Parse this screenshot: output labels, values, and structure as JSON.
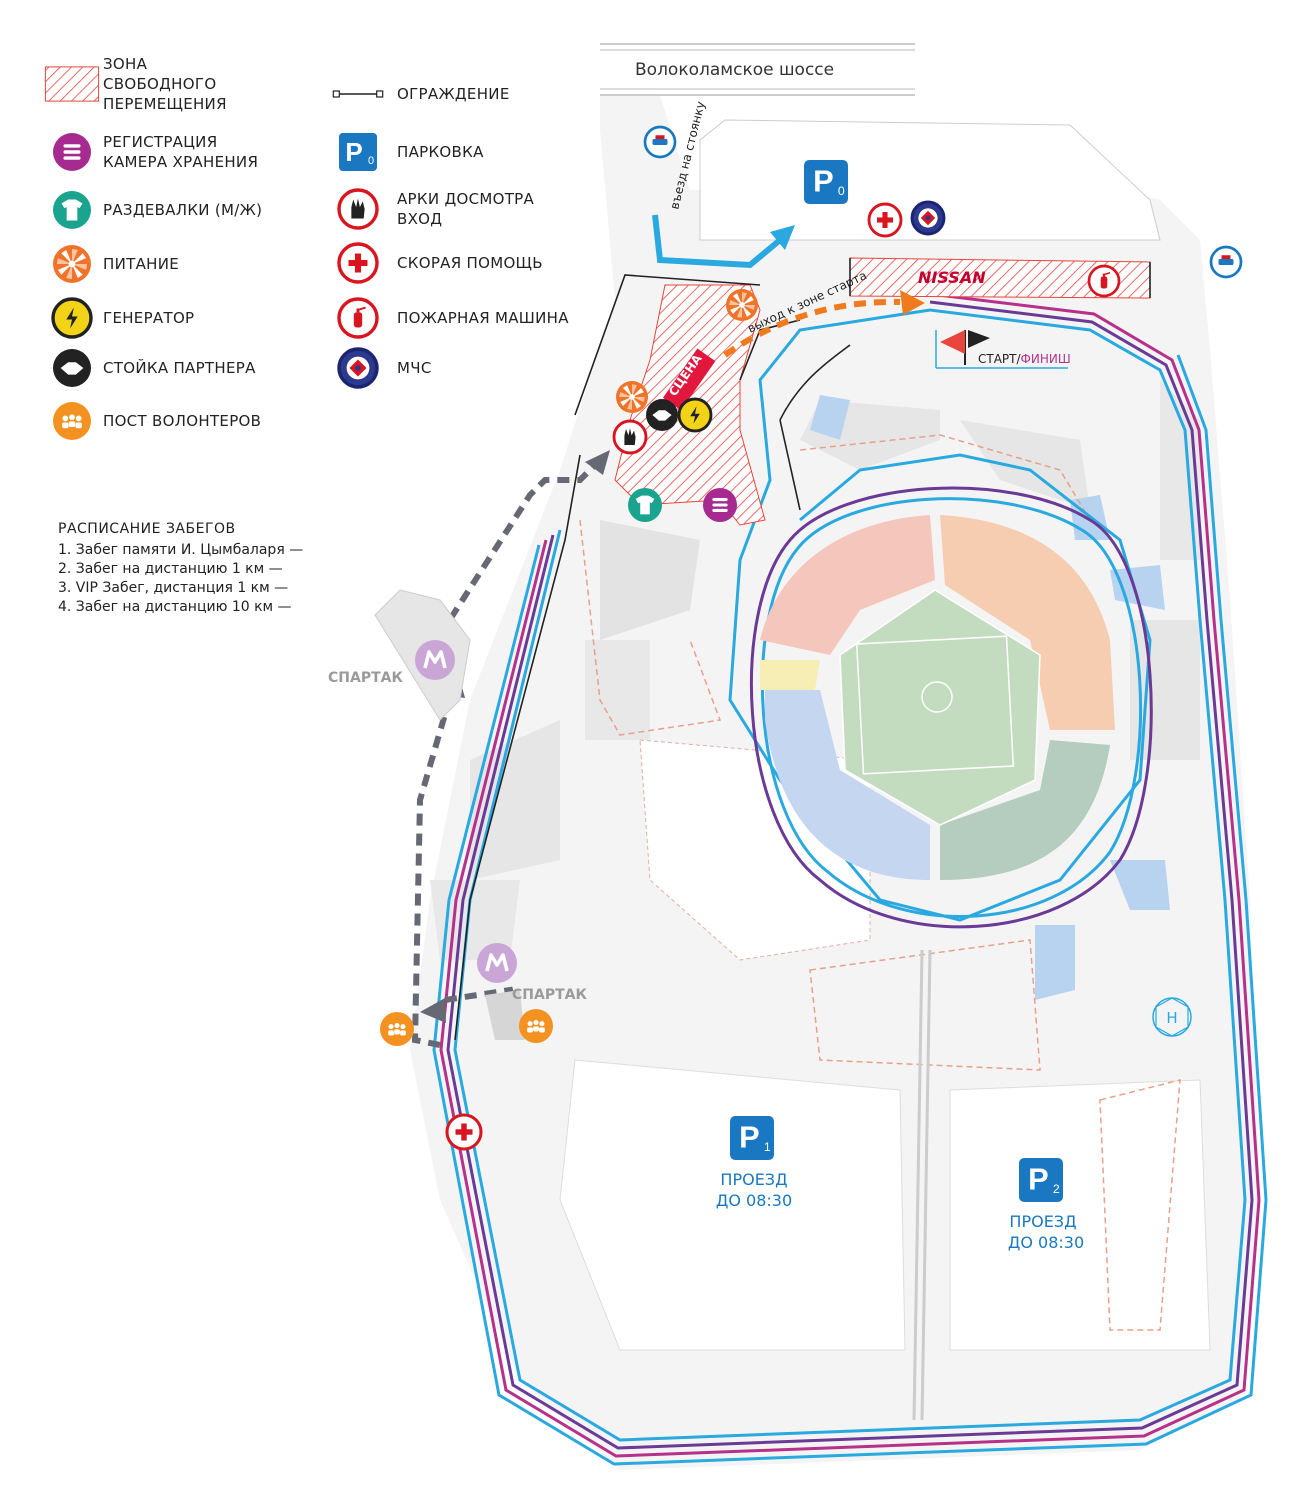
{
  "legend_left": [
    {
      "icon": "free-zone-hatch-icon",
      "label_lines": [
        "ЗОНА",
        "СВОБОДНОГО",
        "ПЕРЕМЕЩЕНИЯ"
      ]
    },
    {
      "icon": "registration-icon",
      "label_lines": [
        "РЕГИСТРАЦИЯ",
        "КАМЕРА ХРАНЕНИЯ"
      ]
    },
    {
      "icon": "changing-room-icon",
      "label_lines": [
        "РАЗДЕВАЛКИ (М/Ж)"
      ]
    },
    {
      "icon": "food-icon",
      "label_lines": [
        "ПИТАНИЕ"
      ]
    },
    {
      "icon": "generator-icon",
      "label_lines": [
        "ГЕНЕРАТОР"
      ]
    },
    {
      "icon": "partner-stand-icon",
      "label_lines": [
        "СТОЙКА ПАРТНЕРА"
      ]
    },
    {
      "icon": "volunteers-icon",
      "label_lines": [
        "ПОСТ ВОЛОНТЕРОВ"
      ]
    }
  ],
  "legend_right": [
    {
      "icon": "fence-icon",
      "label_lines": [
        "ОГРАЖДЕНИЕ"
      ]
    },
    {
      "icon": "parking-icon",
      "label_lines": [
        "ПАРКОВКА"
      ]
    },
    {
      "icon": "security-arch-icon",
      "label_lines": [
        "АРКИ ДОСМОТРА",
        "ВХОД"
      ]
    },
    {
      "icon": "ambulance-icon",
      "label_lines": [
        "СКОРАЯ ПОМОЩЬ"
      ]
    },
    {
      "icon": "fire-truck-icon",
      "label_lines": [
        "ПОЖАРНАЯ МАШИНА"
      ]
    },
    {
      "icon": "emergency-ministry-icon",
      "label_lines": [
        "МЧС"
      ]
    }
  ],
  "schedule": {
    "title": "РАСПИСАНИЕ ЗАБЕГОВ",
    "items": [
      "1. Забег памяти И. Цымбаларя —",
      "2. Забег на дистанцию 1 км —",
      "3. VIP Забег, дистанция 1 км —",
      "4. Забег на дистанцию 10 км —"
    ]
  },
  "map": {
    "highway": "Волоколамское шоссе",
    "parking_entry": "въезд на стоянку",
    "exit_to_start": "выход к зоне старта",
    "stage": "СЦЕНА",
    "sponsor": "NISSAN",
    "start": "СТАРТ/",
    "finish": "ФИНИШ",
    "metro_label": "СПАРТАК",
    "metro_letter": "М",
    "parking_p0": "P",
    "parking_p0_sub": "0",
    "parking_p1": "P",
    "parking_p1_sub": "1",
    "parking_p2": "P",
    "parking_p2_sub": "2",
    "p1_note": [
      "ПРОЕЗД",
      "ДО 08:30"
    ],
    "p2_note": [
      "ПРОЕЗД",
      "ДО 08:30"
    ],
    "helipad": "H"
  },
  "colors": {
    "free_zone": "#e8453c",
    "registration": "#a62a8f",
    "changing": "#1aa38f",
    "food": "#f0732a",
    "generator": "#f3d318",
    "partner": "#222222",
    "volunteers": "#f39221",
    "parking": "#1a78c2",
    "ambulance": "#d9161f",
    "mchs": "#2b3a8c",
    "track_blue": "#29a9e0",
    "track_purple": "#6a3a96",
    "track_magenta": "#b7308a",
    "route_orange": "#f07a1e",
    "metro": "#c9a6d6"
  }
}
